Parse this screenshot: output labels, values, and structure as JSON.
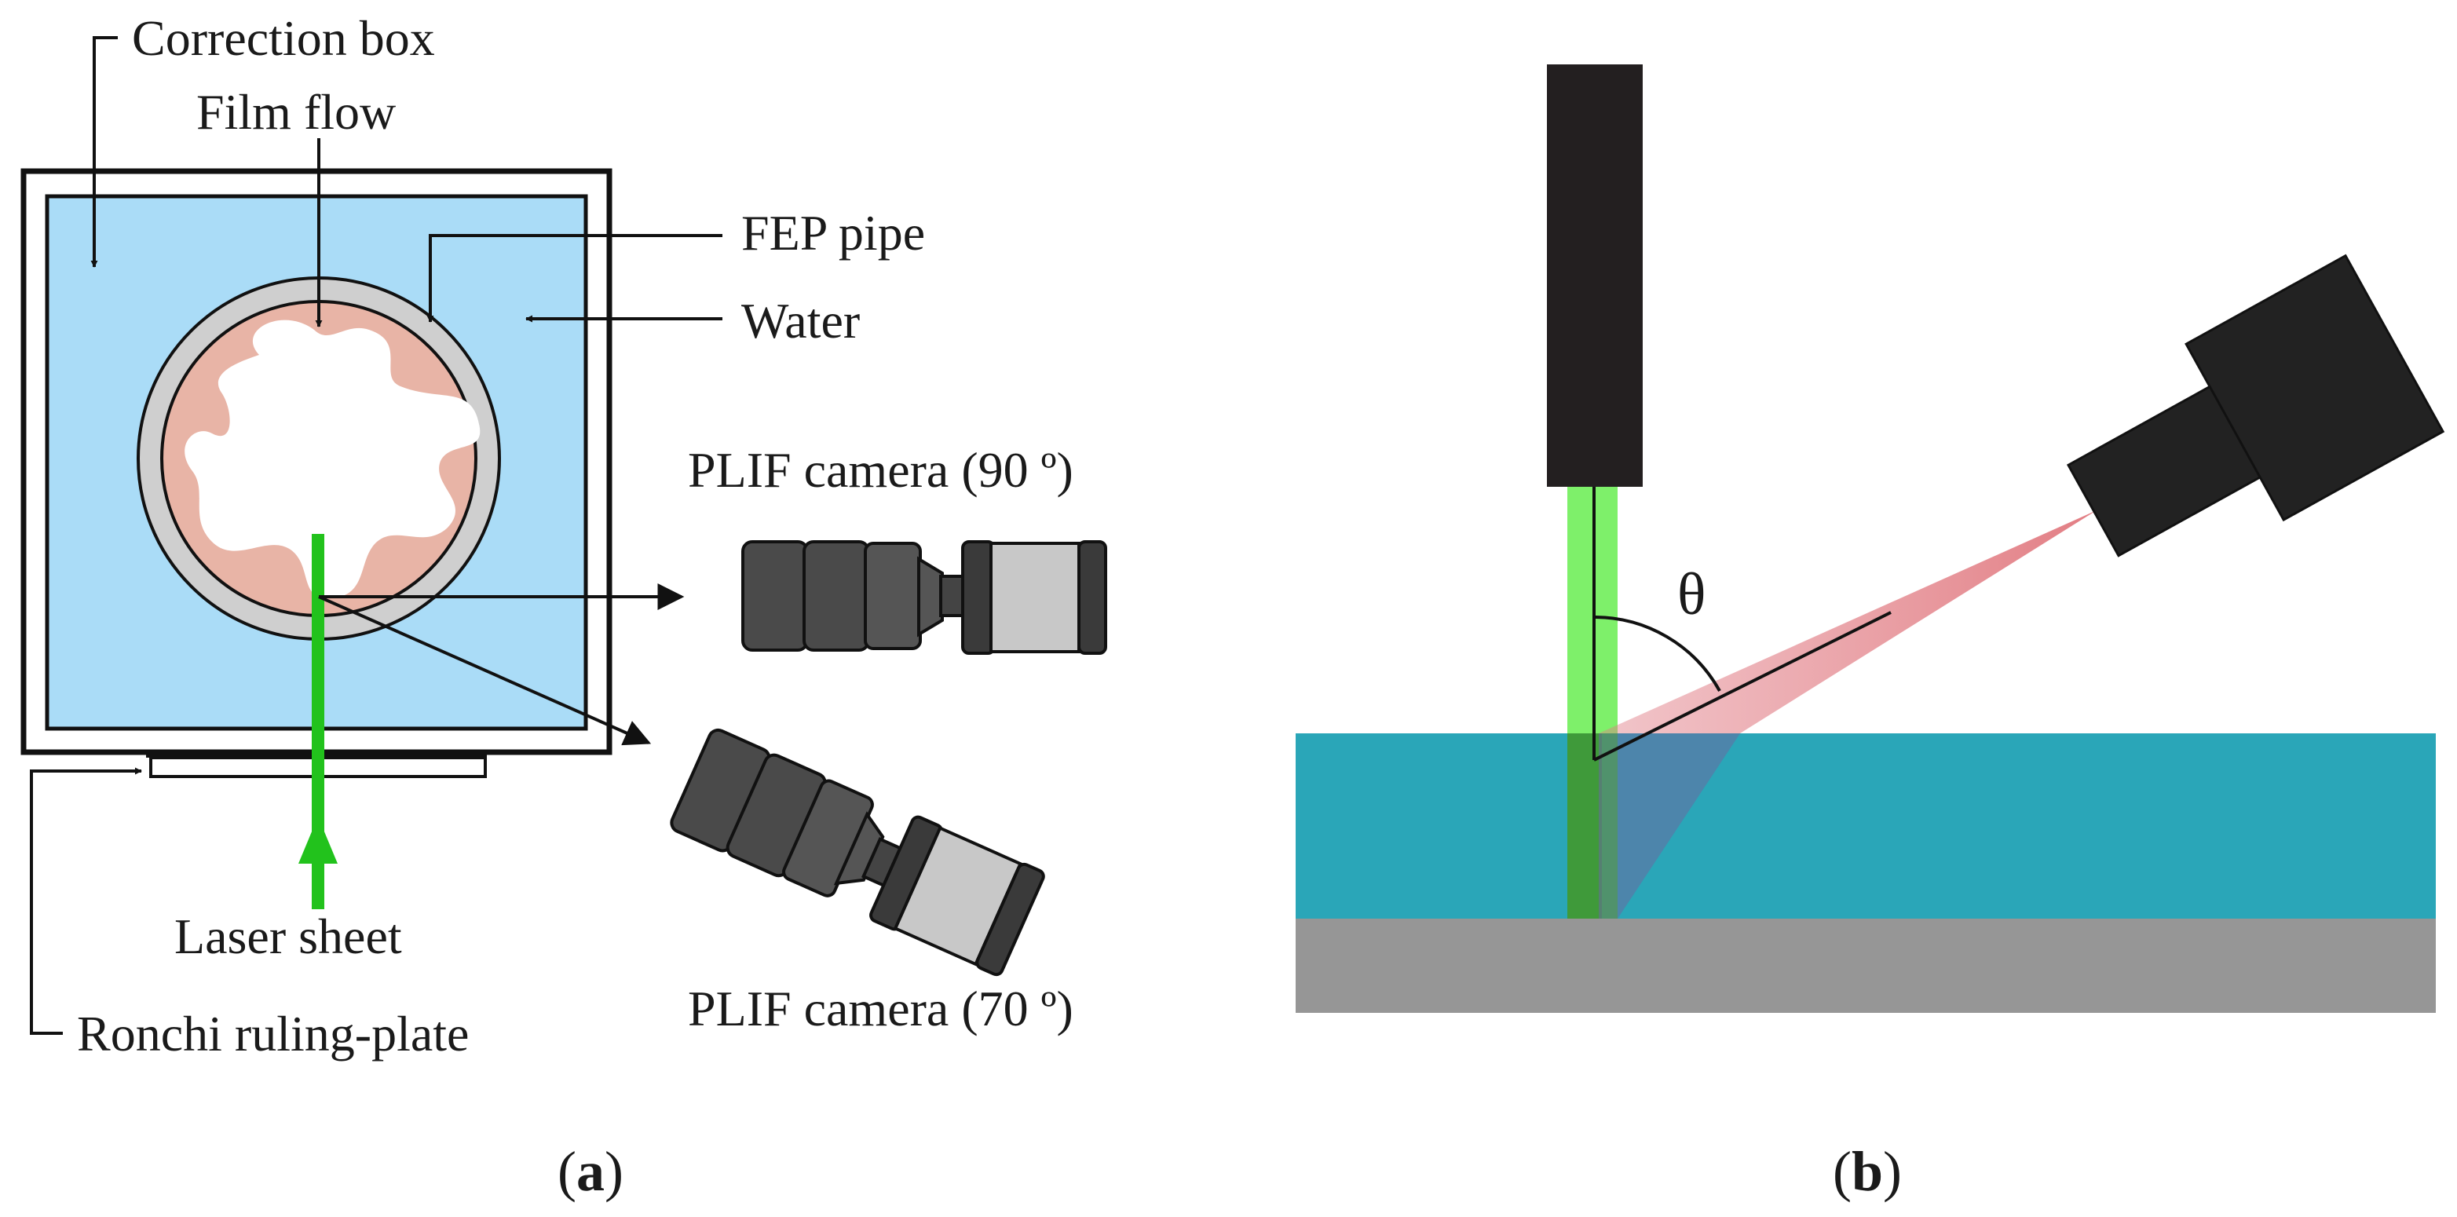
{
  "panel_a": {
    "caption_open": "(",
    "caption_letter": "a",
    "caption_close": ")",
    "labels": {
      "correction_box": "Correction box",
      "film_flow": "Film flow",
      "fep_pipe": "FEP pipe",
      "water": "Water",
      "plif_camera_90": "PLIF camera (90 º)",
      "plif_camera_70": "PLIF camera (70 º)",
      "laser_sheet": "Laser sheet",
      "ronchi": "Ronchi ruling-plate"
    }
  },
  "panel_b": {
    "caption_open": "(",
    "caption_letter": "b",
    "caption_close": ")",
    "angle_label": "θ"
  },
  "colors": {
    "water_blue": "#aadcf7",
    "film_pink": "#e8b4a6",
    "pipe_gray": "#cfcfcf",
    "laser_green": "#22c21c",
    "laser_light_green": "#7ef06a",
    "liquid_teal": "#2aa6b8",
    "substrate_gray": "#969696",
    "camera_dark": "#222222",
    "view_red": "#d9545c"
  }
}
